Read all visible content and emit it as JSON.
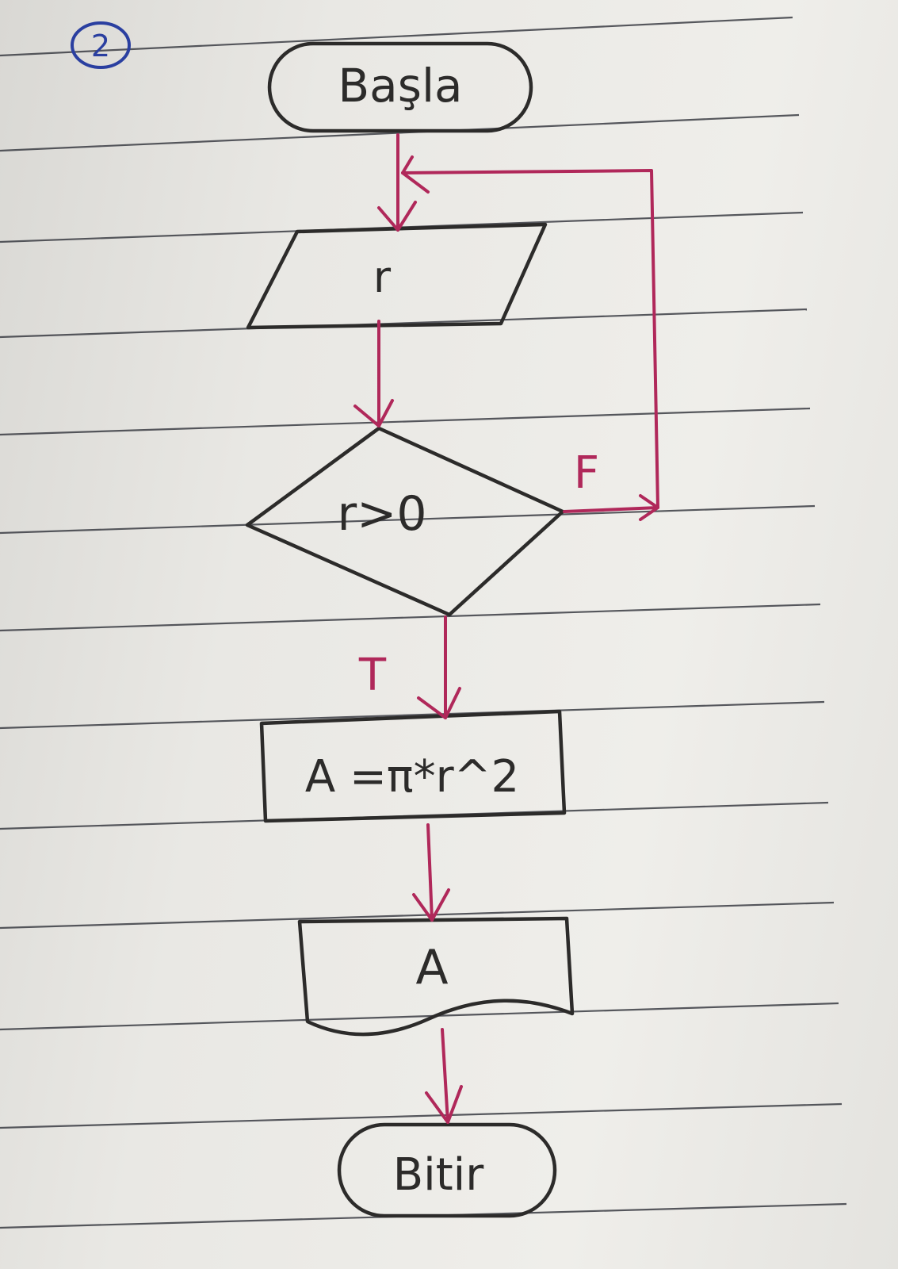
{
  "page_number": "2",
  "nodes": {
    "start": "Başla",
    "input": "r",
    "decision": "r>0",
    "process": "A =π*r^2",
    "output": "A",
    "end": "Bitir"
  },
  "edges": {
    "false_label": "F",
    "true_label": "T"
  },
  "colors": {
    "shape_ink": "#2c2b2a",
    "arrow_ink": "#b0285a",
    "number_ink": "#2a3fa0"
  }
}
